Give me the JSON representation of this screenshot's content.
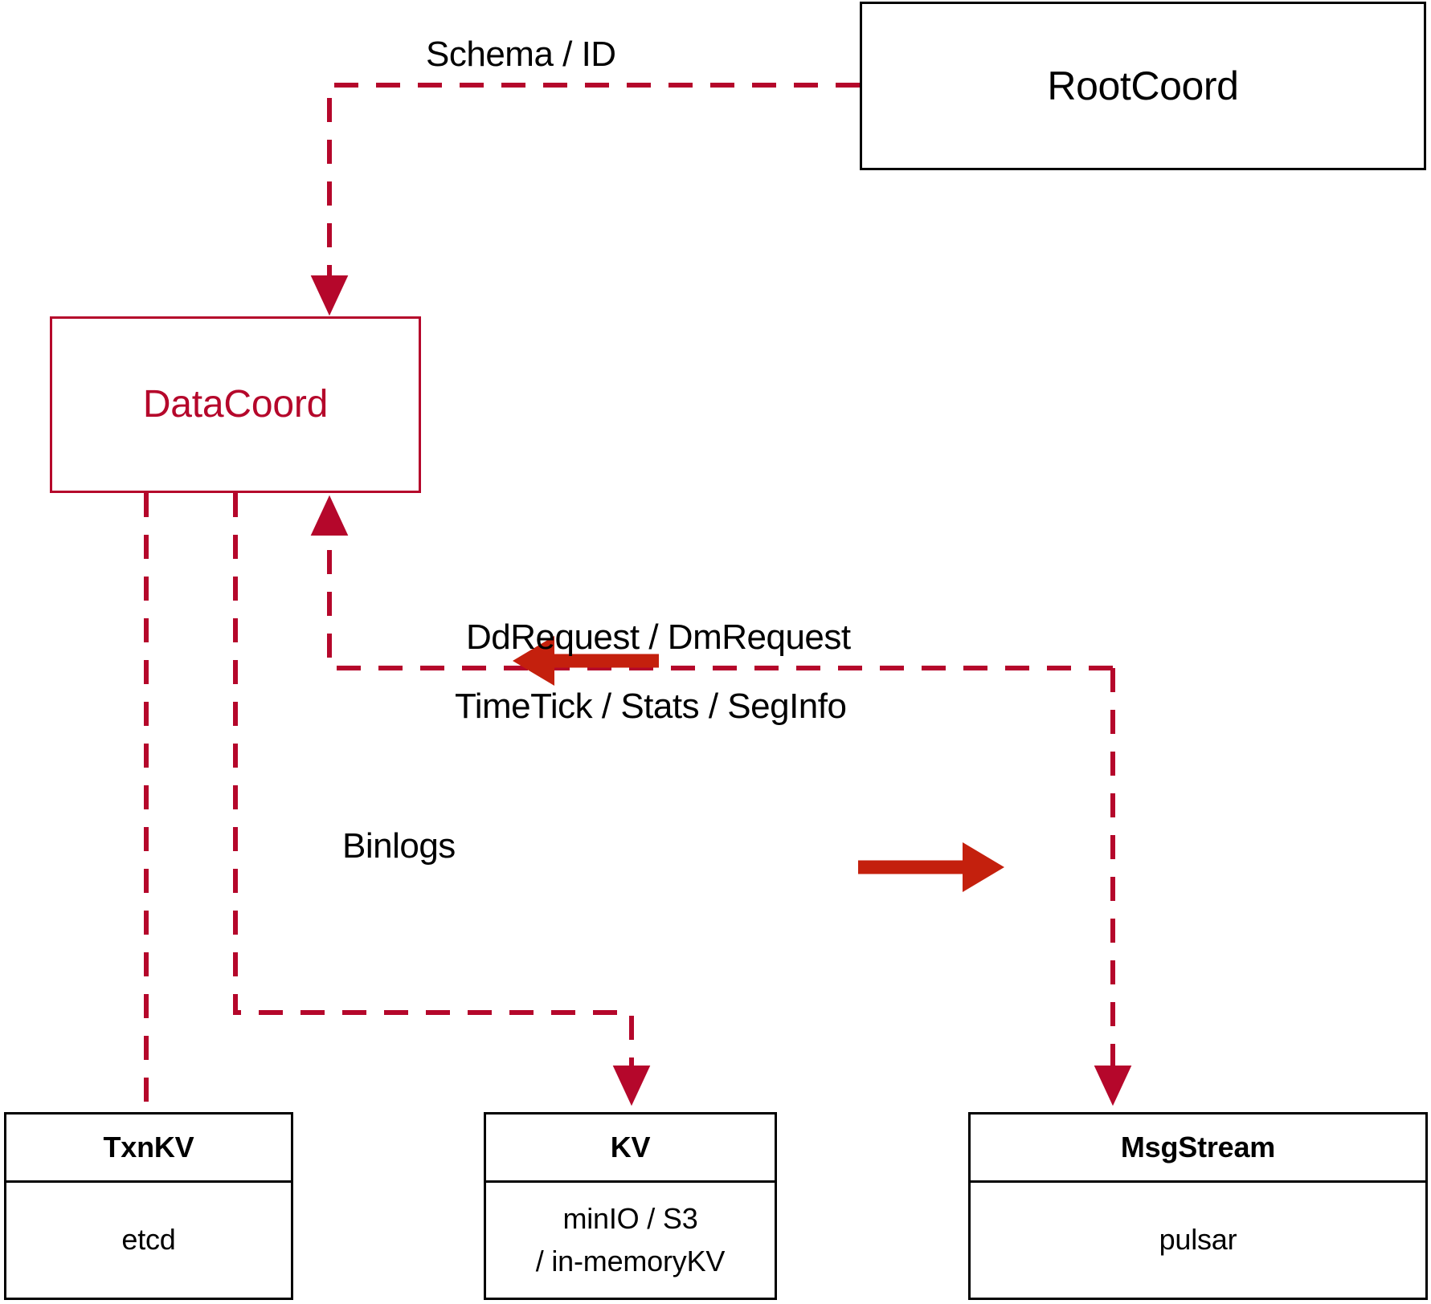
{
  "diagram": {
    "title": "DataCoord architecture",
    "colors": {
      "accent": "#b5072b",
      "arrow_solid": "#c4200d",
      "node_border": "#000000",
      "background": "#ffffff",
      "text": "#000000"
    },
    "nodes": {
      "rootcoord": {
        "label": "RootCoord"
      },
      "datacoord": {
        "label": "DataCoord"
      },
      "txnkv": {
        "title": "TxnKV",
        "lines": [
          "etcd"
        ]
      },
      "kv": {
        "title": "KV",
        "lines": [
          "minIO / S3",
          "/ in-memoryKV"
        ]
      },
      "msgstream": {
        "title": "MsgStream",
        "lines": [
          "pulsar"
        ]
      }
    },
    "edge_labels": {
      "schema_id": "Schema / ID",
      "dd_dm_request": "DdRequest / DmRequest",
      "timetick_stats_seginfo": "TimeTick / Stats / SegInfo",
      "binlogs": "Binlogs"
    },
    "arrows": {
      "inbound_label": "DdRequest / DmRequest",
      "outbound_label": "TimeTick / Stats / SegInfo"
    }
  }
}
